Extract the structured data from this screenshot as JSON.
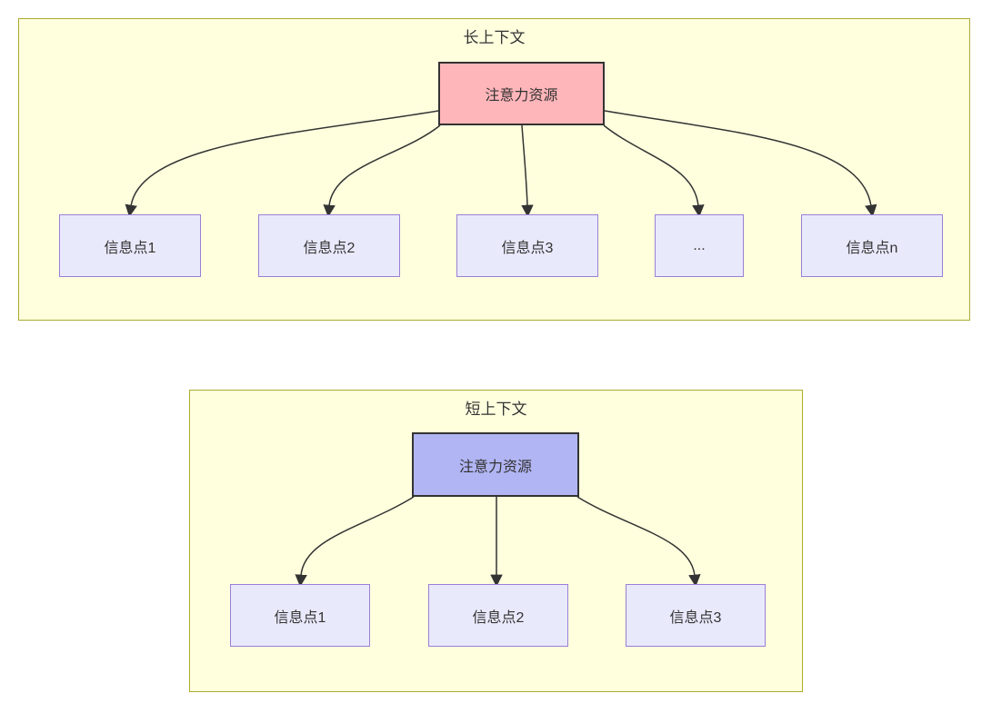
{
  "diagram": {
    "long_context": {
      "title": "长上下文",
      "attention_label": "注意力资源",
      "info_points": [
        "信息点1",
        "信息点2",
        "信息点3",
        "...",
        "信息点n"
      ]
    },
    "short_context": {
      "title": "短上下文",
      "attention_label": "注意力资源",
      "info_points": [
        "信息点1",
        "信息点2",
        "信息点3"
      ]
    },
    "colors": {
      "container_fill": "#ffffde",
      "container_border": "#abab32",
      "attention_long_fill": "#ffb6ba",
      "attention_short_fill": "#b1b5f3",
      "attention_border": "#333333",
      "info_fill": "#e9e9fc",
      "info_border": "#9a7fd6",
      "edge_color": "#333333",
      "text_color": "#333333"
    }
  }
}
